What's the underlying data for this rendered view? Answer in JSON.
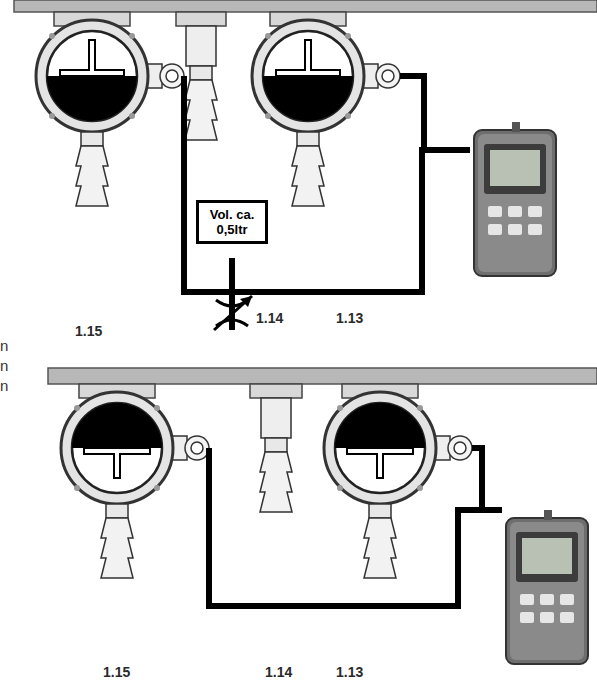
{
  "diagram": {
    "nodes": [
      {
        "text": [
          "Vol. ca. 0,5ltr"
        ]
      }
    ],
    "labels": [
      "1.15",
      "1.14",
      "1.13",
      "n",
      "n",
      "n",
      "1.15",
      "1.14",
      "1.13"
    ]
  }
}
